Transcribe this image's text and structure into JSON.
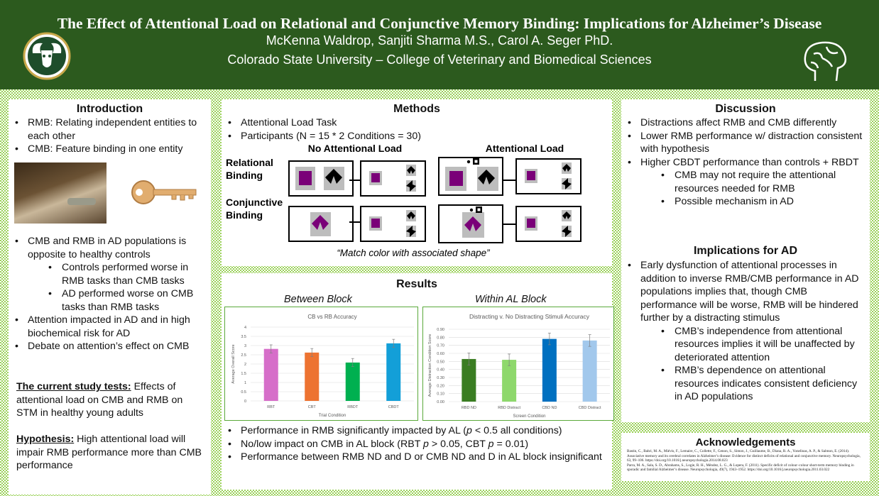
{
  "header": {
    "title": "The Effect of Attentional Load on Relational and Conjunctive Memory Binding: Implications for Alzheimer’s Disease",
    "authors": "McKenna Waldrop, Sanjiti Sharma M.S., Carol A. Seger PhD.",
    "affiliation": "Colorado State University – College of Veterinary and Biomedical Sciences",
    "colors": {
      "header_bg": "#2c5a1e",
      "logo_ring": "#c8a84a"
    }
  },
  "introduction": {
    "heading": "Introduction",
    "bullets_top": [
      "RMB: Relating independent entities to each other",
      "CMB: Feature binding in one entity"
    ],
    "bullets_main": [
      {
        "text": "CMB and RMB in AD populations is opposite to healthy controls",
        "level": 1
      },
      {
        "text": "Controls performed worse in RMB tasks than CMB tasks",
        "level": 2
      },
      {
        "text": "AD performed worse on CMB tasks than RMB tasks",
        "level": 2
      },
      {
        "text": "Attention impacted in AD and in high biochemical risk for AD",
        "level": 1
      },
      {
        "text": "Debate on attention’s effect on CMB",
        "level": 1
      }
    ],
    "study_label": "The current study tests:",
    "study_text": " Effects of attentional load on CMB and RMB on STM in healthy young adults",
    "hypothesis_label": "Hypothesis:",
    "hypothesis_text": " High attentional load will impair RMB performance more than CMB performance"
  },
  "methods": {
    "heading": "Methods",
    "bullets": [
      "Attentional Load Task",
      "Participants (N = 15 * 2 Conditions = 30)"
    ],
    "col_no_load": "No Attentional Load",
    "col_load": "Attentional Load",
    "row_relational": [
      "Relational",
      "Binding"
    ],
    "row_conjunctive": [
      "Conjunctive",
      "Binding"
    ],
    "caption": "“Match color with associated shape”",
    "colors": {
      "target": "#7a0078",
      "shape": "#000000",
      "tile": "#bdbdbd"
    }
  },
  "results": {
    "heading": "Results",
    "between_label": "Between Block",
    "within_label": "Within AL Block",
    "bullets": [
      {
        "pre": "Performance in RMB significantly impacted by AL (",
        "p": "p",
        "post": " < 0.5 all conditions)"
      },
      {
        "pre": "No/low impact on CMB in AL block (RBT ",
        "p": "p",
        "mid": " > 0.05, CBT ",
        "p2": "p",
        "post": " = 0.01)"
      },
      {
        "pre": "Performance between RMB ND and D or CMB ND and D in AL block insignificant"
      }
    ]
  },
  "chart_data": [
    {
      "type": "bar",
      "title": "CB vs RB Accuracy",
      "xlabel": "Trial Condition",
      "ylabel": "Average Overall Score",
      "categories": [
        "RBT",
        "CBT",
        "RBDT",
        "CBDT"
      ],
      "values": [
        2.82,
        2.62,
        2.08,
        3.12
      ],
      "error": [
        0.22,
        0.22,
        0.22,
        0.22
      ],
      "ylim": [
        0,
        4
      ],
      "ytick_step": 0.5,
      "ytick_decimals": 0,
      "grid": true,
      "colors": [
        "#d66ec9",
        "#ed7331",
        "#00b050",
        "#139fd8"
      ]
    },
    {
      "type": "bar",
      "title": "Distracting v. No Distracting Stimuli Accuracy",
      "xlabel": "Screen Condition",
      "ylabel": "Average Distraction Condition Score",
      "categories": [
        "RBD ND",
        "RBD Distract",
        "CBD ND",
        "CBD Distract"
      ],
      "values": [
        0.53,
        0.52,
        0.78,
        0.76
      ],
      "error": [
        0.075,
        0.072,
        0.073,
        0.073
      ],
      "ylim": [
        0,
        0.9
      ],
      "ytick_step": 0.1,
      "ytick_decimals": 2,
      "grid": true,
      "colors": [
        "#3a7d22",
        "#8ed86c",
        "#0070c0",
        "#a2c8ec"
      ]
    }
  ],
  "discussion": {
    "heading": "Discussion",
    "bullets": [
      {
        "text": "Distractions affect RMB and CMB differently",
        "level": 1
      },
      {
        "text": "Lower RMB performance w/ distraction consistent with hypothesis",
        "level": 1
      },
      {
        "text": "Higher CBDT performance than controls + RBDT",
        "level": 1
      },
      {
        "text": "CMB may not require the attentional resources needed for RMB",
        "level": 2
      },
      {
        "text": "Possible mechanism in AD",
        "level": 2
      }
    ],
    "implications_heading": "Implications for AD",
    "implications": [
      {
        "text": "Early dysfunction of attentional processes in addition to inverse RMB/CMB performance in AD populations implies that, though CMB performance will be worse, RMB will be hindered further by a distracting stimulus",
        "level": 1
      },
      {
        "text": "CMB’s independence from attentional resources implies it will be unaffected by deteriorated attention",
        "level": 2
      },
      {
        "text": "RMB’s dependence on attentional resources indicates consistent deficiency in AD populations",
        "level": 2
      }
    ]
  },
  "acknowledgements": {
    "heading": "Acknowledgements",
    "refs": [
      "Bastin, C., Bahri, M. A., Miévis, F., Lemaire, C., Collette, F., Genon, S., Simon, J., Guillaume, B., Diana, R. A., Yonelinas, A. P., & Salmon, E. (2014). Associative memory and its cerebral correlates in Alzheimer’s disease: Evidence for distinct deficits of relational and conjunctive memory. Neuropsychologia, 63, 99–106. https://doi.org/10.1016/j.neuropsychologia.2014.08.023",
      "Parra, M. A., Sala, S. D., Abrahams, S., Logie, R. H., Méndez, L. G., & Lopera, F. (2011). Specific deficit of colour–colour short-term memory binding in sporadic and familial Alzheimer’s disease. Neuropsychologia, 49(7), 1943–1952. https://doi.org/10.1016/j.neuropsychologia.2011.03.022"
    ]
  }
}
